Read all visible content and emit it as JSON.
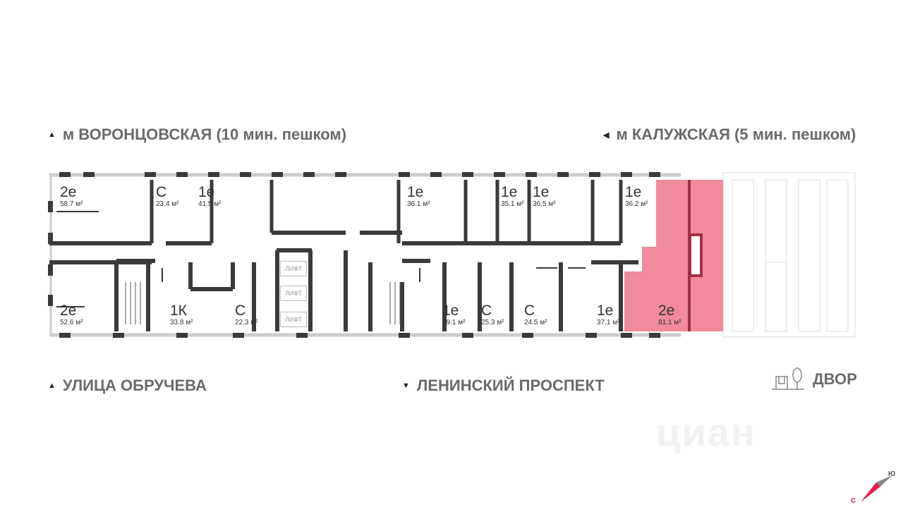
{
  "directions": {
    "top_left": "м ВОРОНЦОВСКАЯ  (10 мин. пешком)",
    "top_right": "м КАЛУЖСКАЯ (5 мин. пешком)",
    "bottom_left": "УЛИЦА ОБРУЧЕВА",
    "bottom_center": "ЛЕНИНСКИЙ ПРОСПЕКТ",
    "bottom_right": "ДВОР"
  },
  "units": [
    {
      "type": "2е",
      "area": "58.7 м²"
    },
    {
      "type": "С",
      "area": "23.4 м²"
    },
    {
      "type": "1е",
      "area": "41.5 м²"
    },
    {
      "type": "1е",
      "area": "36.1 м²"
    },
    {
      "type": "1е",
      "area": "35.1 м²"
    },
    {
      "type": "1е",
      "area": "36.5 м²"
    },
    {
      "type": "1е",
      "area": "36.2 м²"
    },
    {
      "type": "2е",
      "area": "52.6 м²"
    },
    {
      "type": "1К",
      "area": "33.8 м²"
    },
    {
      "type": "С",
      "area": "22.3 м²"
    },
    {
      "type": "1е",
      "area": "39.1 м²"
    },
    {
      "type": "С",
      "area": "25.3 м²"
    },
    {
      "type": "С",
      "area": "24.5 м²"
    },
    {
      "type": "1е",
      "area": "37.1 м²"
    },
    {
      "type": "2е",
      "area": "81.1 м²",
      "selected": true
    }
  ],
  "lifts": [
    "ЛИФТ",
    "ЛИФТ",
    "ЛИФТ"
  ],
  "compass": {
    "north": "С",
    "south": "Ю"
  },
  "watermark": "циан",
  "colors": {
    "selected": "#f08a9c",
    "accent": "#e31e44",
    "wall": "#3a3a3a"
  }
}
